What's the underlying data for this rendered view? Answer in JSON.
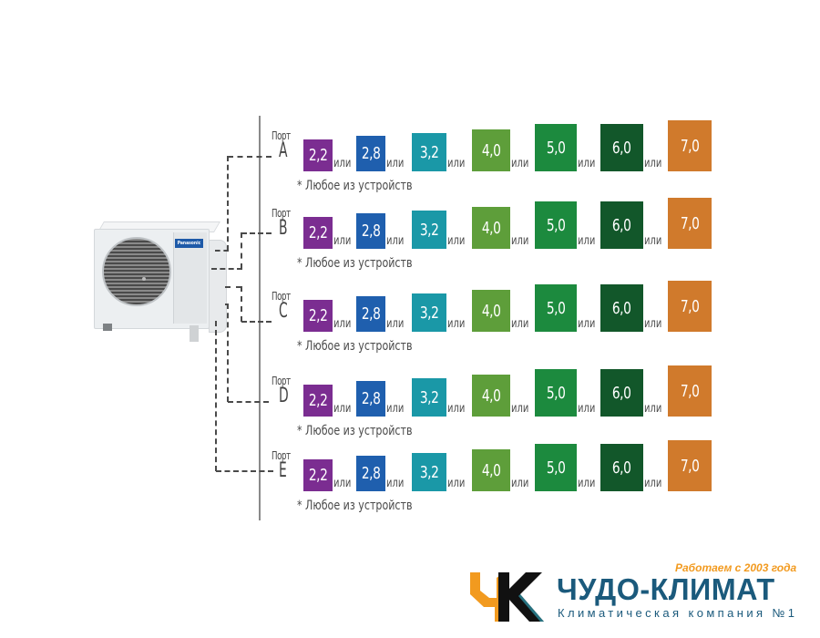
{
  "diagram": {
    "connector_label": "Порт",
    "separator_word": "или",
    "footnote": "* Любое из устройств",
    "ports": [
      {
        "letter": "A"
      },
      {
        "letter": "B"
      },
      {
        "letter": "C"
      },
      {
        "letter": "D"
      },
      {
        "letter": "E"
      }
    ],
    "capacities": [
      {
        "value": "2,2",
        "color": "#7b2d91"
      },
      {
        "value": "2,8",
        "color": "#1f5fae"
      },
      {
        "value": "3,2",
        "color": "#1a98a7"
      },
      {
        "value": "4,0",
        "color": "#5e9e3a"
      },
      {
        "value": "5,0",
        "color": "#1c8a3e"
      },
      {
        "value": "6,0",
        "color": "#12572a"
      },
      {
        "value": "7,0",
        "color": "#d07a2c"
      }
    ],
    "outdoor_unit": {
      "brand": "Panasonic",
      "icon": "outdoor-ac-unit-icon"
    }
  },
  "logo": {
    "slogan": "Работаем с 2003 года",
    "name": "ЧУДО-КЛИМАТ",
    "tagline": "Климатическая компания №1",
    "mark_icon": "ck-logo-mark-icon",
    "colors": {
      "orange": "#f29a1f",
      "black": "#111111",
      "blue": "#1b5a7c"
    }
  }
}
